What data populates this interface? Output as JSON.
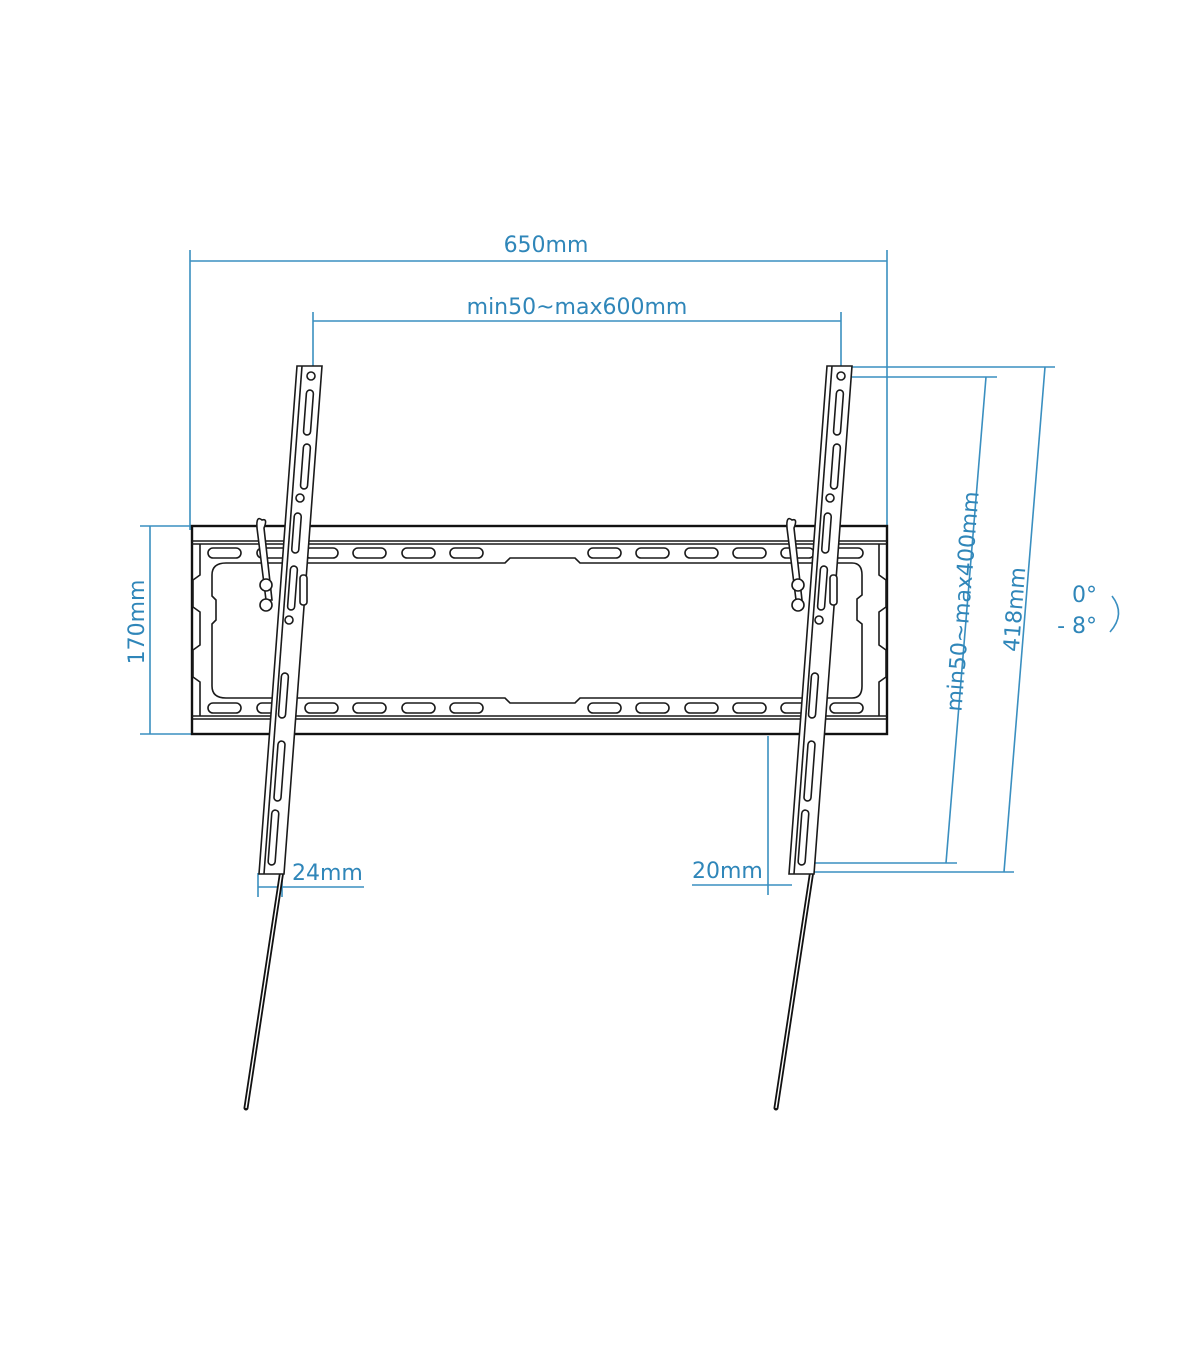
{
  "diagram": {
    "subject": "Tilting TV wall mount bracket dimension drawing",
    "line_color": "#1a1a1a",
    "dimension_color": "#2f86b9",
    "dimensions": {
      "overall_width": "650mm",
      "vesa_horizontal": "min50~max600mm",
      "plate_height": "170mm",
      "vesa_vertical": "min50~max400mm",
      "arm_height": "418mm",
      "left_offset": "24mm",
      "right_offset": "20mm"
    },
    "tilt": {
      "top": "0°",
      "bottom": "- 8°"
    }
  }
}
